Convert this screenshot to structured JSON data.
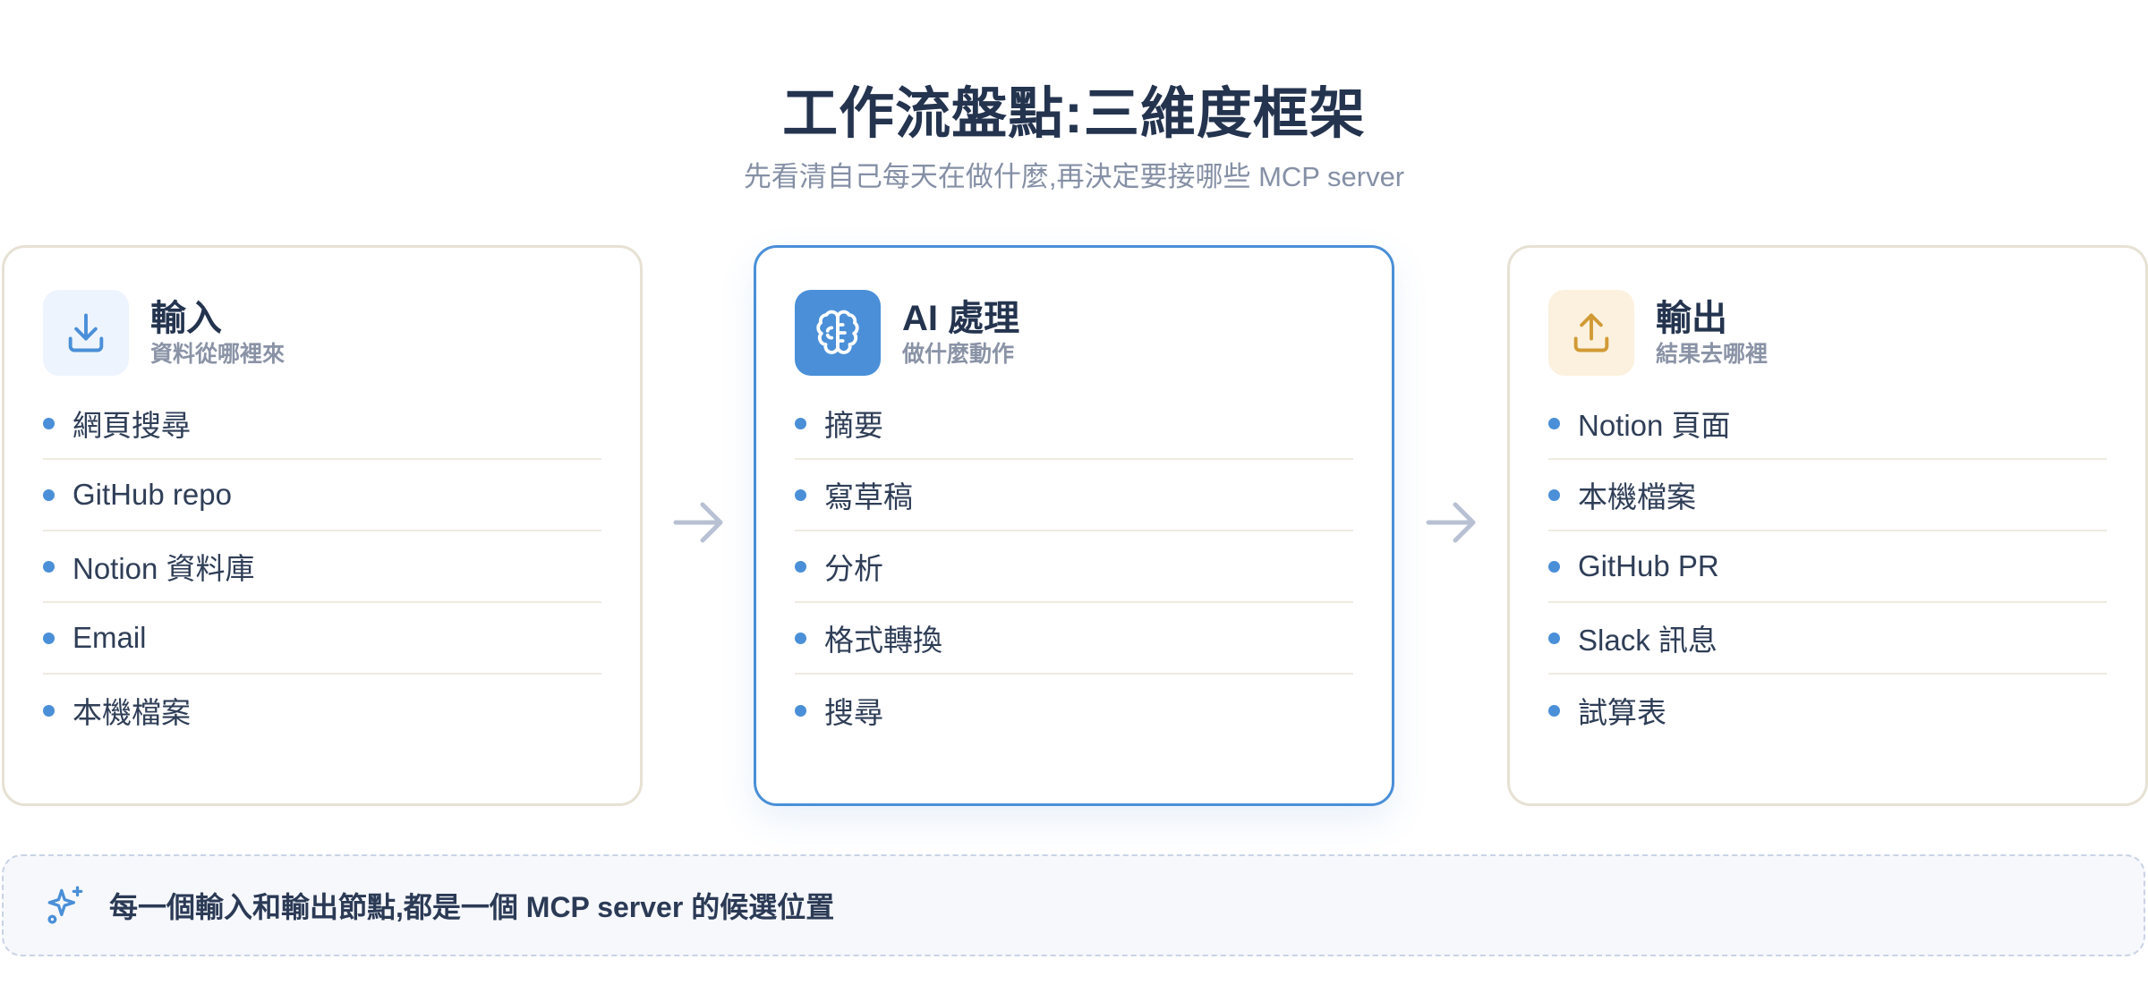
{
  "header": {
    "title": "工作流盤點:三維度框架",
    "subtitle": "先看清自己每天在做什麼,再決定要接哪些 MCP server"
  },
  "columns": [
    {
      "icon": "download-icon",
      "title": "輸入",
      "subtitle": "資料從哪裡來",
      "items": [
        "網頁搜尋",
        "GitHub repo",
        "Notion 資料庫",
        "Email",
        "本機檔案"
      ]
    },
    {
      "icon": "brain-icon",
      "title": "AI 處理",
      "subtitle": "做什麼動作",
      "items": [
        "摘要",
        "寫草稿",
        "分析",
        "格式轉換",
        "搜尋"
      ]
    },
    {
      "icon": "upload-icon",
      "title": "輸出",
      "subtitle": "結果去哪裡",
      "items": [
        "Notion 頁面",
        "本機檔案",
        "GitHub PR",
        "Slack 訊息",
        "試算表"
      ]
    }
  ],
  "footer_note": {
    "icon": "sparkle-icon",
    "text": "每一個輸入和輸出節點,都是一個 MCP server 的候選位置"
  },
  "colors": {
    "accent": "#4a8fd8",
    "output_accent": "#d19a35",
    "arrow": "#b8c1d3"
  }
}
